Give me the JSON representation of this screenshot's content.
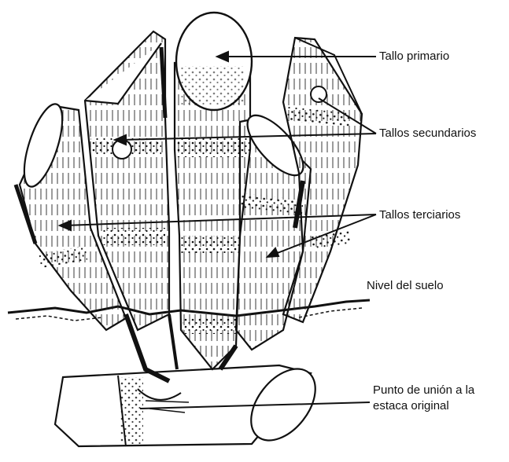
{
  "labels": {
    "primary": "Tallo primario",
    "secondary": "Tallos secundarios",
    "tertiary": "Tallos terciarios",
    "soil": "Nivel del suelo",
    "junction_line1": "Punto de unión a la",
    "junction_line2": "estaca original"
  },
  "colors": {
    "ink": "#111111",
    "paper": "#ffffff"
  }
}
